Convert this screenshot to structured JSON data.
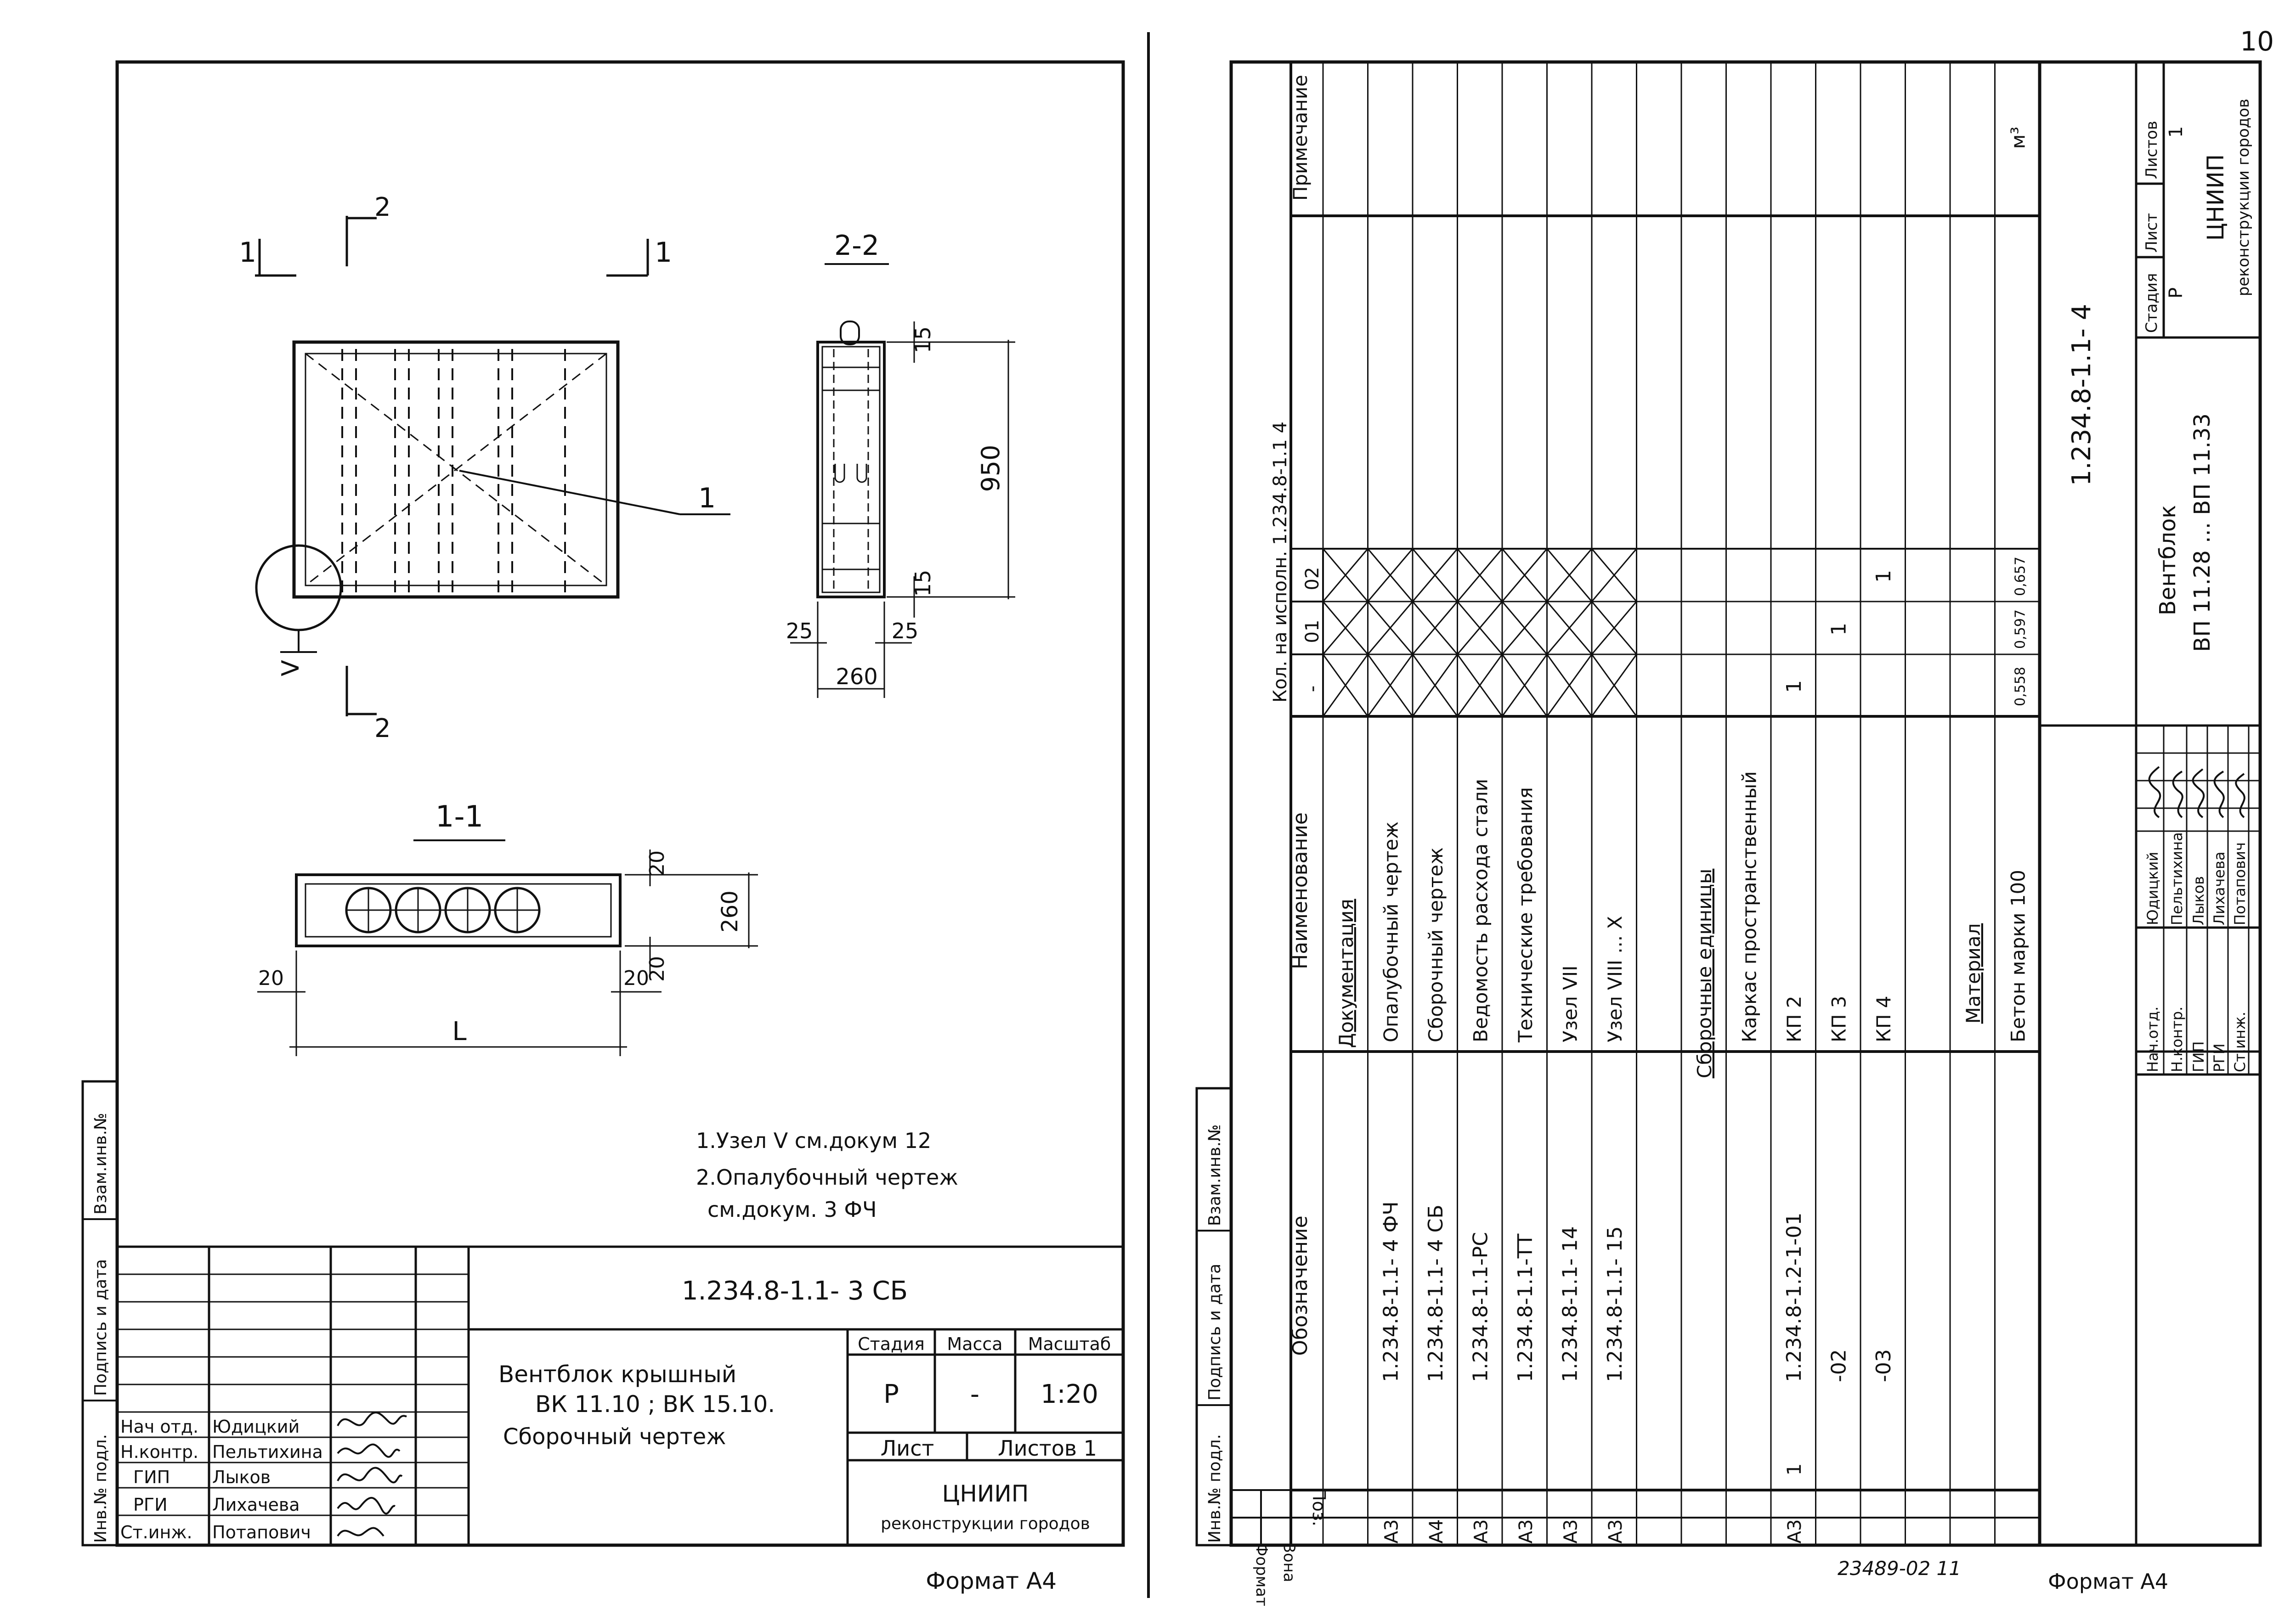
{
  "page_number": "10",
  "left_sheet": {
    "section_marks": {
      "s1_left": "1",
      "s1_right": "1",
      "s2_top": "2",
      "s2_bottom": "2",
      "node": "V"
    },
    "view_2_2": {
      "title": "2-2",
      "dim_top": "15",
      "dim_height": "950",
      "dim_bottom": "15",
      "dim_left": "25",
      "dim_right": "25",
      "dim_width": "260"
    },
    "leader_1": "1",
    "view_1_1": {
      "title": "1-1",
      "dim_top": "20",
      "dim_height": "260",
      "dim_left": "20",
      "dim_right": "20",
      "dim_bottom": "20",
      "dim_length": "L"
    },
    "notes": [
      "1.Узел V см.докум 12",
      "2.Опалубочный чертеж",
      "см.докум.      3   ФЧ"
    ],
    "side_stamp": [
      "Инв.№ подл.",
      "Подпись и дата",
      "Взам.инв.№"
    ],
    "title_block": {
      "designation": "1.234.8-1.1-  3   СБ",
      "title_lines": [
        "Вентблок  крышный",
        "ВК 11.10 ; ВК 15.10.",
        "Сборочный   чертеж"
      ],
      "stage_label": "Стадия",
      "mass_label": "Масса",
      "scale_label": "Масштаб",
      "stage": "Р",
      "mass": "-",
      "scale": "1:20",
      "sheet_label": "Лист",
      "sheets_label": "Листов 1",
      "org": "ЦНИИП",
      "org_sub": "реконструкции городов",
      "staff": [
        {
          "role": "Нач отд.",
          "name": "Юдицкий"
        },
        {
          "role": "Н.контр.",
          "name": "Пельтихина"
        },
        {
          "role": "ГИП",
          "name": "Лыков"
        },
        {
          "role": "РГИ",
          "name": "Лихачева"
        },
        {
          "role": "Ст.инж.",
          "name": "Потапович"
        }
      ]
    },
    "format": "Формат А4"
  },
  "right_sheet": {
    "side_stamp": [
      "Инв.№ подл.",
      "Подпись и дата",
      "Взам.инв.№"
    ],
    "headers": {
      "format": "Формат",
      "zone": "Зона",
      "pos": "Поз.",
      "designation": "Обозначение",
      "name": "Наименование",
      "qty": "Кол. на исполн.  1.234.8-1.1   4",
      "qty_cols": [
        "-",
        "01",
        "02"
      ],
      "note": "Примечание"
    },
    "rows": [
      {
        "format": "",
        "pos": "",
        "designation": "",
        "name": "Документация",
        "qty": [
          "",
          "",
          ""
        ],
        "note": "",
        "underline": true
      },
      {
        "format": "А3",
        "pos": "",
        "designation": "1.234.8-1.1-  4   ФЧ",
        "name": "Опалубочный  чертеж",
        "qty": [
          "",
          "",
          ""
        ],
        "note": ""
      },
      {
        "format": "А4",
        "pos": "",
        "designation": "1.234.8-1.1-  4   СБ",
        "name": "Сборочный   чертеж",
        "qty": [
          "",
          "",
          ""
        ],
        "note": ""
      },
      {
        "format": "А3",
        "pos": "",
        "designation": "1.234.8-1.1-РС",
        "name": "Ведомость  расхода  стали",
        "qty": [
          "",
          "",
          ""
        ],
        "note": ""
      },
      {
        "format": "А3",
        "pos": "",
        "designation": "1.234.8-1.1-ТТ",
        "name": "Технические  требования",
        "qty": [
          "",
          "",
          ""
        ],
        "note": ""
      },
      {
        "format": "А3",
        "pos": "",
        "designation": "1.234.8-1.1-  14",
        "name": "Узел  VII",
        "qty": [
          "",
          "",
          ""
        ],
        "note": ""
      },
      {
        "format": "А3",
        "pos": "",
        "designation": "1.234.8-1.1-  15",
        "name": "Узел  VIII ... X",
        "qty": [
          "",
          "",
          ""
        ],
        "note": ""
      },
      {
        "format": "",
        "pos": "",
        "designation": "",
        "name": "",
        "qty": [
          "",
          "",
          ""
        ],
        "note": ""
      },
      {
        "format": "",
        "pos": "",
        "designation": "",
        "name": "Сборочные  единицы",
        "qty": [
          "",
          "",
          ""
        ],
        "note": "",
        "underline": true
      },
      {
        "format": "",
        "pos": "",
        "designation": "",
        "name": "Каркас  пространственный",
        "qty": [
          "",
          "",
          ""
        ],
        "note": ""
      },
      {
        "format": "А3",
        "pos": "1",
        "designation": "1.234.8-1.2-1-01",
        "name": "КП 2",
        "qty": [
          "1",
          "",
          ""
        ],
        "note": ""
      },
      {
        "format": "",
        "pos": "",
        "designation": "-02",
        "name": "КП 3",
        "qty": [
          "",
          "1",
          ""
        ],
        "note": ""
      },
      {
        "format": "",
        "pos": "",
        "designation": "-03",
        "name": "КП 4",
        "qty": [
          "",
          "",
          "1"
        ],
        "note": ""
      },
      {
        "format": "",
        "pos": "",
        "designation": "",
        "name": "",
        "qty": [
          "",
          "",
          ""
        ],
        "note": ""
      },
      {
        "format": "",
        "pos": "",
        "designation": "",
        "name": "Материал",
        "qty": [
          "",
          "",
          ""
        ],
        "note": "",
        "underline": true
      },
      {
        "format": "",
        "pos": "",
        "designation": "",
        "name": "Бетон  марки  100",
        "qty": [
          "0,558",
          "0,597",
          "0,657"
        ],
        "note": "м³"
      }
    ],
    "title_block": {
      "designation": "1.234.8-1.1-  4",
      "title_lines": [
        "Вентблок",
        "ВП 11.28 ... ВП 11.33"
      ],
      "stage_label": "Стадия",
      "sheet_label": "Лист",
      "sheets_label": "Листов",
      "stage": "Р",
      "sheet": "",
      "sheets": "1",
      "org": "ЦНИИП",
      "org_sub": "реконструкции городов",
      "staff": [
        {
          "role": "Нач.отд.",
          "name": "Юдицкий"
        },
        {
          "role": "Н.контр.",
          "name": "Пельтихина"
        },
        {
          "role": "ГИП",
          "name": "Лыков"
        },
        {
          "role": "РГИ",
          "name": "Лихачева"
        },
        {
          "role": "Ст.инж.",
          "name": "Потапович"
        }
      ]
    },
    "archive_number": "23489-02   11",
    "format": "Формат А4"
  }
}
